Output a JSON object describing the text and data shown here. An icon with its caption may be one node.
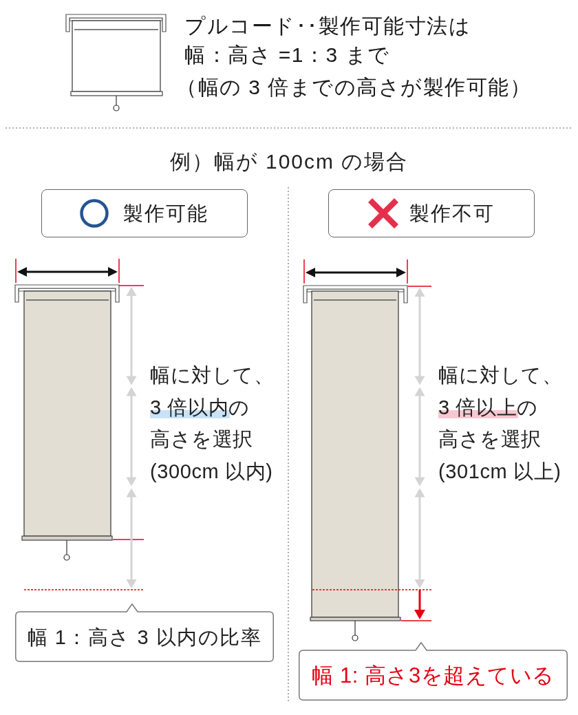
{
  "diagram": {
    "nodes": [
      {
        "text": [
          "製作可能"
        ]
      },
      {
        "text": [
          "製作不可"
        ]
      },
      {
        "text": [
          "幅 1：高さ 3 以内の比率"
        ]
      },
      {
        "text": [
          "幅 1: 高さ3を超えている"
        ]
      }
    ],
    "labels": [
      "プルコード･･製作可能寸法は",
      "幅：高さ =1：3 まで",
      "（幅の 3 倍までの高さが製作可能）",
      "例）幅が 100cm の場合",
      "幅に対して、",
      "3 倍以内の",
      "高さを選択",
      "(300cm 以内)",
      "幅に対して、",
      "3 倍以上の",
      "高さを選択",
      "(301cm 以上)"
    ]
  }
}
